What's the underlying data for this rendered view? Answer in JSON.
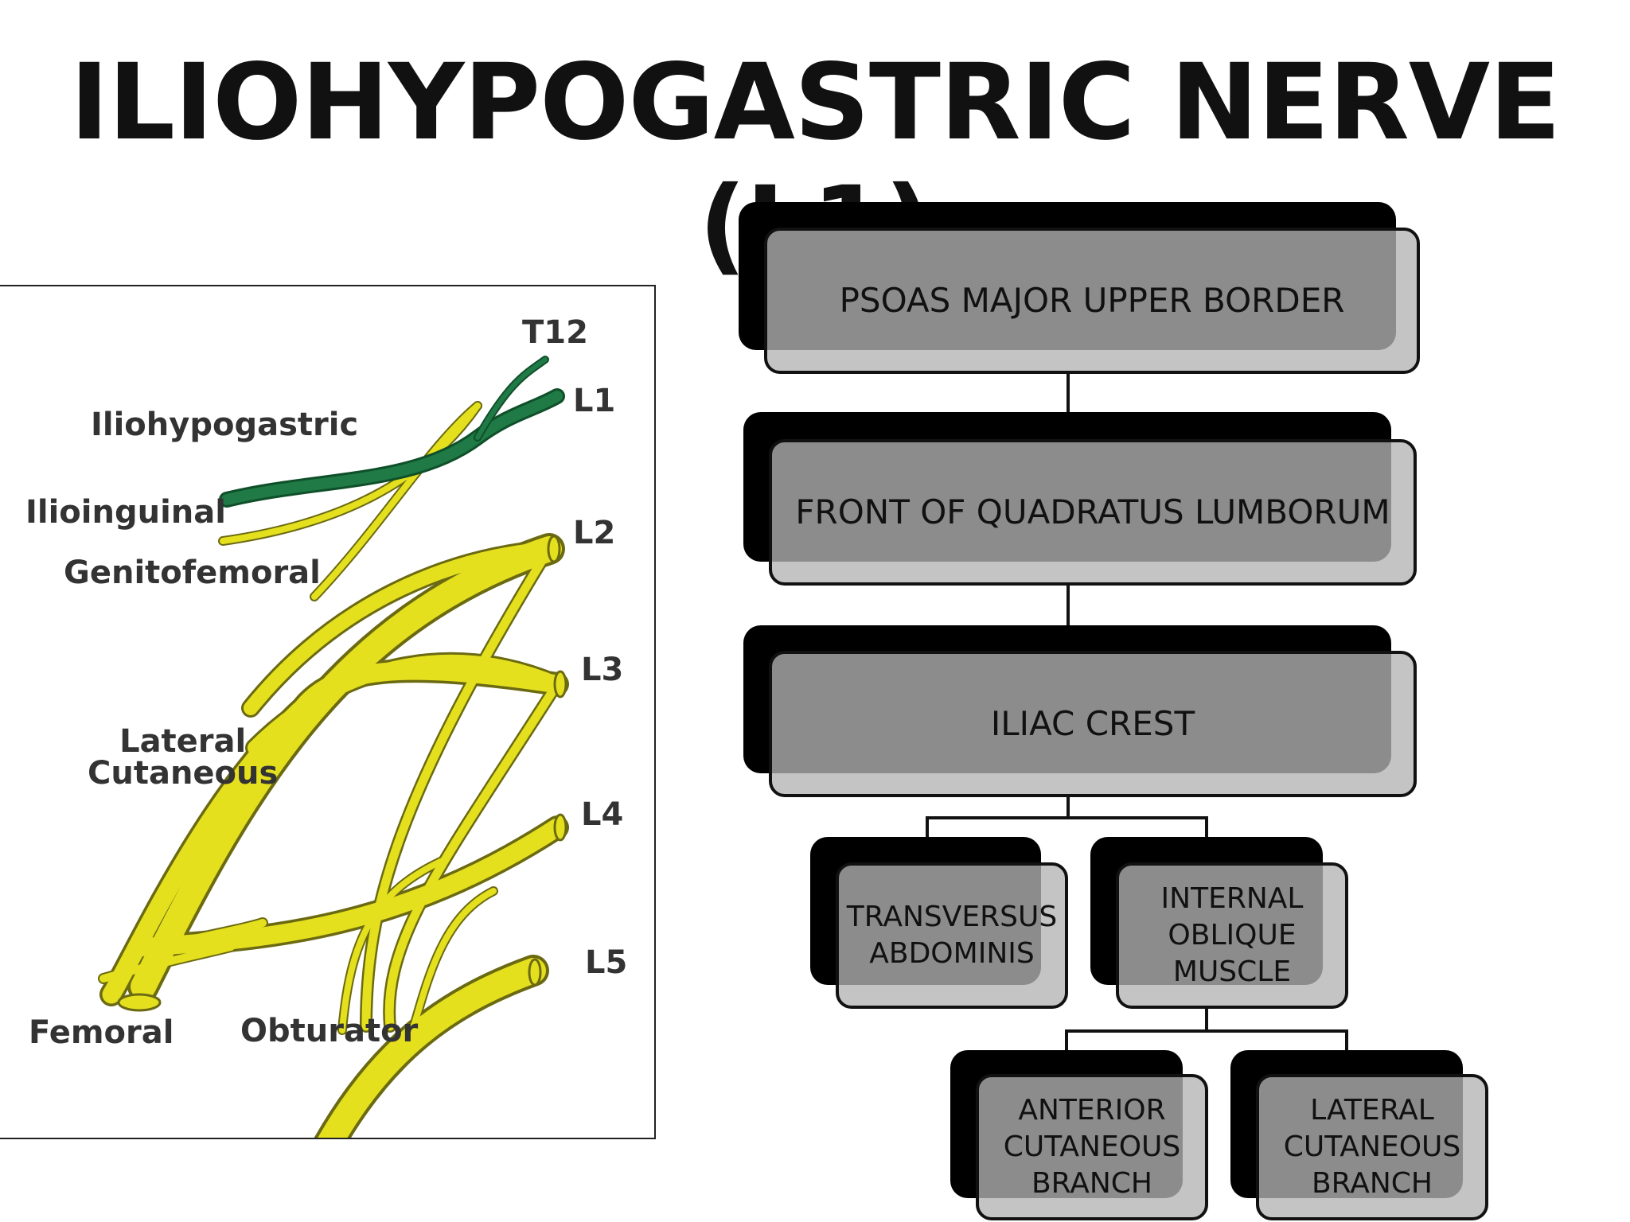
{
  "title": "ILIOHYPOGASTRIC NERVE (L1)",
  "nerve_diagram": {
    "levels": {
      "t12": "T12",
      "l1": "L1",
      "l2": "L2",
      "l3": "L3",
      "l4": "L4",
      "l5": "L5"
    },
    "nerves": {
      "iliohypogastric": "Iliohypogastric",
      "ilioinguinal": "Ilioinguinal",
      "genitofemoral": "Genitofemoral",
      "lateral_cutaneous": "Lateral\nCutaneous",
      "femoral": "Femoral",
      "obturator": "Obturator"
    },
    "colors": {
      "iliohypogastric": "#1f7a45",
      "other_nerves": "#e4e01e",
      "nerve_outline": "#6b6a12"
    }
  },
  "flowchart": {
    "psoas": "PSOAS MAJOR UPPER BORDER",
    "quadratus": "FRONT OF QUADRATUS LUMBORUM",
    "iliac": "ILIAC CREST",
    "transversus": "TRANSVERSUS\nABDOMINIS",
    "internal_oblique": "INTERNAL\nOBLIQUE\nMUSCLE",
    "anterior_cutaneous": "ANTERIOR\nCUTANEOUS\nBRANCH",
    "lateral_cutaneous": "LATERAL\nCUTANEOUS\nBRANCH"
  }
}
